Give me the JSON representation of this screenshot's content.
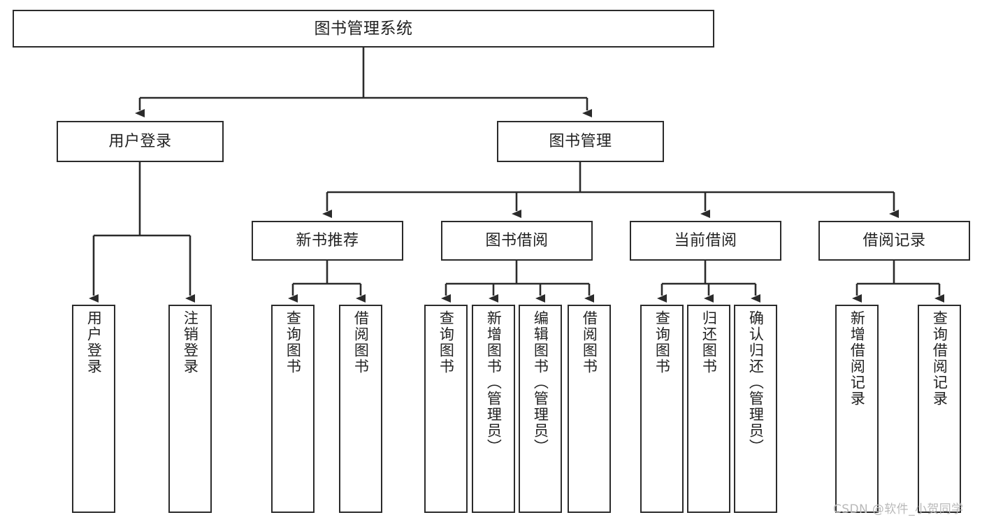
{
  "diagram": {
    "type": "tree",
    "title": "图书管理系统",
    "root": {
      "label": "图书管理系统"
    },
    "level1": [
      {
        "label": "用户登录"
      },
      {
        "label": "图书管理"
      }
    ],
    "level2": [
      {
        "label": "新书推荐"
      },
      {
        "label": "图书借阅"
      },
      {
        "label": "当前借阅"
      },
      {
        "label": "借阅记录"
      }
    ],
    "leaves_user_login": [
      {
        "label": "用户登录"
      },
      {
        "label": "注销登录"
      }
    ],
    "leaves_new_book": [
      {
        "label": "查询图书"
      },
      {
        "label": "借阅图书"
      }
    ],
    "leaves_borrow": [
      {
        "label": "查询图书"
      },
      {
        "label": "新增图书（管理员）"
      },
      {
        "label": "编辑图书（管理员）"
      },
      {
        "label": "借阅图书"
      }
    ],
    "leaves_current": [
      {
        "label": "查询图书"
      },
      {
        "label": "归还图书"
      },
      {
        "label": "确认归还（管理员）"
      }
    ],
    "leaves_record": [
      {
        "label": "新增借阅记录"
      },
      {
        "label": "查询借阅记录"
      }
    ]
  },
  "watermark": {
    "text": "CSDN @软件_小贺同学"
  },
  "colors": {
    "stroke": "#2b2b2b",
    "background": "#ffffff",
    "text": "#222222",
    "watermark": "#b9b9b9"
  }
}
